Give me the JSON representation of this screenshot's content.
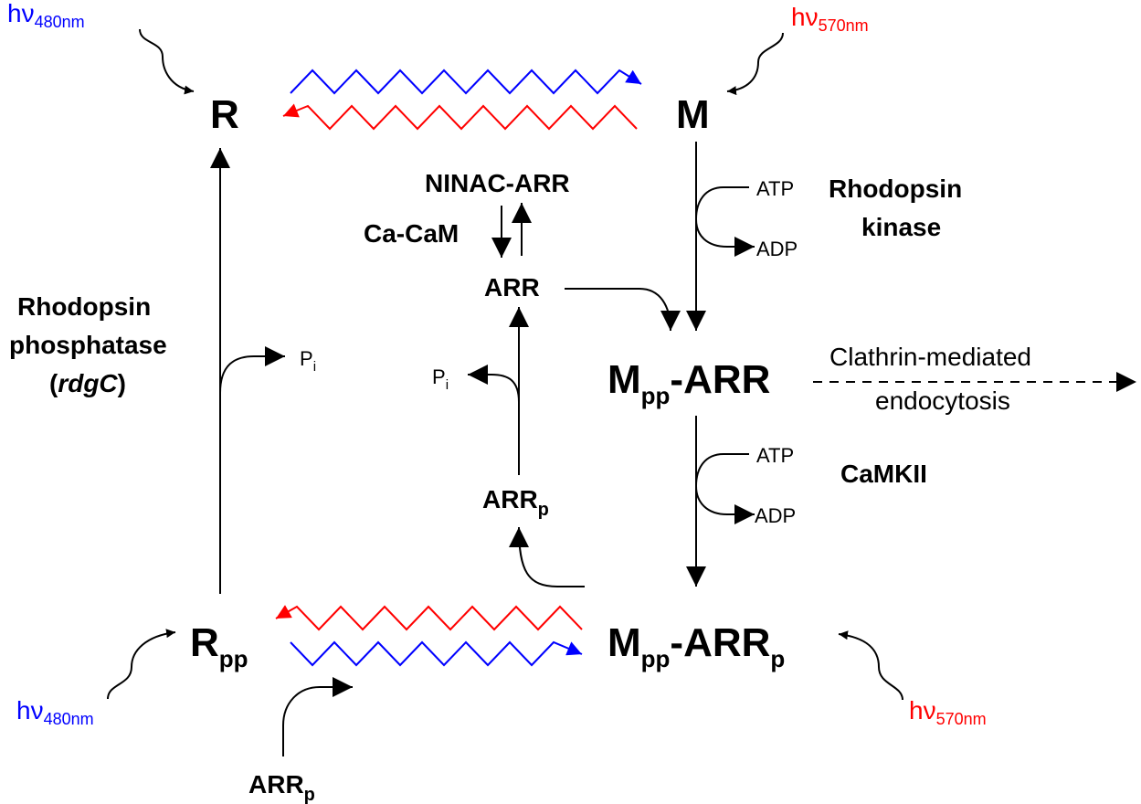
{
  "colors": {
    "blue": "#0000ff",
    "red": "#ff0000",
    "black": "#000000"
  },
  "states": {
    "r": "R",
    "m": "M",
    "mpp_arr": {
      "main": "M",
      "sub": "pp",
      "rest": "-ARR"
    },
    "rpp": {
      "main": "R",
      "sub": "pp"
    },
    "mpp_arrp": {
      "main": "M",
      "sub": "pp",
      "mid": "-ARR",
      "sub2": "p"
    }
  },
  "light": {
    "top_left": {
      "h": "hν",
      "sub": "480nm"
    },
    "top_right": {
      "h": "hν",
      "sub": "570nm"
    },
    "bottom_left": {
      "h": "hν",
      "sub": "480nm"
    },
    "bottom_right": {
      "h": "hν",
      "sub": "570nm"
    }
  },
  "labels": {
    "ninac_arr": "NINAC-ARR",
    "ca_cam": "Ca-CaM",
    "arr": "ARR",
    "arrp_mid": {
      "main": "ARR",
      "sub": "p"
    },
    "arrp_bottom": {
      "main": "ARR",
      "sub": "p"
    },
    "pi_left": {
      "main": "P",
      "sub": "i"
    },
    "pi_center": {
      "main": "P",
      "sub": "i"
    },
    "atp_top": "ATP",
    "adp_top": "ADP",
    "atp_bottom": "ATP",
    "adp_bottom": "ADP",
    "rhodopsin_kinase_1": "Rhodopsin",
    "rhodopsin_kinase_2": "kinase",
    "camkii": "CaMKII",
    "phosphatase_1": "Rhodopsin",
    "phosphatase_2": "phosphatase",
    "phosphatase_3_open": "(",
    "phosphatase_3_ital": "rdgC",
    "phosphatase_3_close": ")",
    "endocytosis_1": "Clathrin-mediated",
    "endocytosis_2": "endocytosis"
  }
}
